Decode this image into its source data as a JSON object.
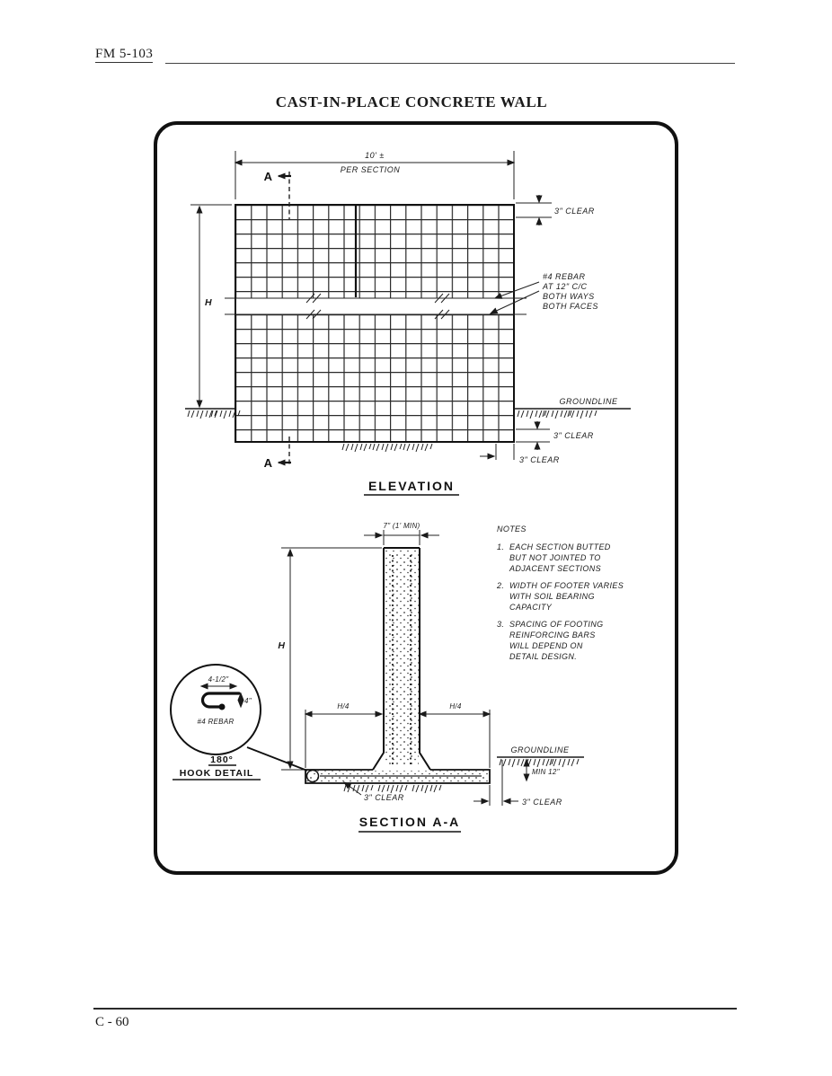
{
  "page": {
    "header": "FM 5-103",
    "title": "CAST-IN-PLACE CONCRETE WALL",
    "footer": "C - 60"
  },
  "elevation": {
    "caption": "ELEVATION",
    "dim_width_top": "10' ±",
    "dim_width_bottom": "PER SECTION",
    "section_marker_top": "A",
    "section_marker_bottom": "A",
    "clear_top": "3\" CLEAR",
    "rebar_note": {
      "line1": "#4 REBAR",
      "line2": "AT 12\" C/C",
      "line3": "BOTH WAYS",
      "line4": "BOTH FACES"
    },
    "height": "H",
    "groundline": "GROUNDLINE",
    "clear_bottom_right": "3\" CLEAR",
    "clear_side": "3\" CLEAR"
  },
  "section_aa": {
    "caption": "SECTION A-A",
    "dim_top": "7\" (1' MIN)",
    "height": "H",
    "dim_left": "H/4",
    "dim_right": "H/4",
    "groundline": "GROUNDLINE",
    "min_depth": "MIN 12\"",
    "clear_bottom": "3\" CLEAR",
    "clear_side": "3\" CLEAR"
  },
  "hook_detail": {
    "dim_length": "4-1/2\"",
    "dim_height": "4\"",
    "rebar_label": "#4 REBAR",
    "caption_angle": "180°",
    "caption": "HOOK DETAIL"
  },
  "notes": {
    "title": "NOTES",
    "items": [
      {
        "num": "1.",
        "lines": [
          "EACH SECTION BUTTED",
          "BUT NOT JOINTED TO",
          "ADJACENT SECTIONS"
        ]
      },
      {
        "num": "2.",
        "lines": [
          "WIDTH OF FOOTER VARIES",
          "WITH SOIL BEARING",
          "CAPACITY"
        ]
      },
      {
        "num": "3.",
        "lines": [
          "SPACING OF FOOTING",
          "REINFORCING BARS",
          "WILL DEPEND ON",
          "DETAIL DESIGN."
        ]
      }
    ]
  }
}
